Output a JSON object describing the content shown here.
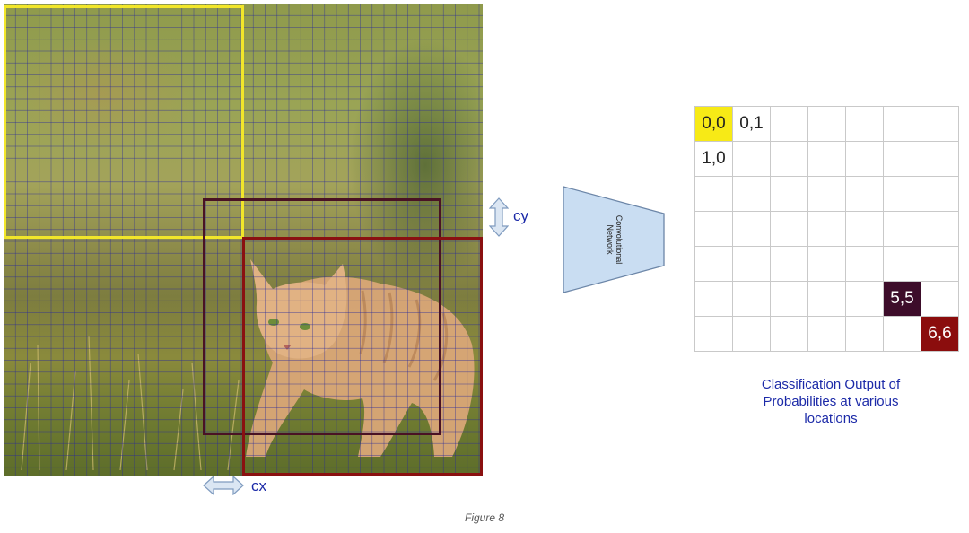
{
  "axis_labels": {
    "cy": "cy",
    "cx": "cx"
  },
  "network": {
    "label": "Convolutional Network"
  },
  "output_grid": {
    "rows": 7,
    "cols": 7,
    "labels": [
      [
        "0,0",
        "0,1",
        "",
        "",
        "",
        "",
        ""
      ],
      [
        "1,0",
        "",
        "",
        "",
        "",
        "",
        ""
      ],
      [
        "",
        "",
        "",
        "",
        "",
        "",
        ""
      ],
      [
        "",
        "",
        "",
        "",
        "",
        "",
        ""
      ],
      [
        "",
        "",
        "",
        "",
        "",
        "",
        ""
      ],
      [
        "",
        "",
        "",
        "",
        "",
        "5,5",
        ""
      ],
      [
        "",
        "",
        "",
        "",
        "",
        "",
        "6,6"
      ]
    ],
    "highlights": [
      {
        "row": 0,
        "col": 0,
        "style": "hl-yellow"
      },
      {
        "row": 5,
        "col": 5,
        "style": "hl-plum"
      },
      {
        "row": 6,
        "col": 6,
        "style": "hl-red"
      }
    ]
  },
  "caption": "Classification Output of Probabilities at various locations",
  "figure_label": "Figure 8",
  "colors": {
    "box_yellow": "#f2e62a",
    "box_dark": "#4a1224",
    "box_red": "#8a1010",
    "grid_lines": "#2a2a9a",
    "caption_text": "#1c2aa8",
    "network_fill": "#c9ddf2"
  }
}
